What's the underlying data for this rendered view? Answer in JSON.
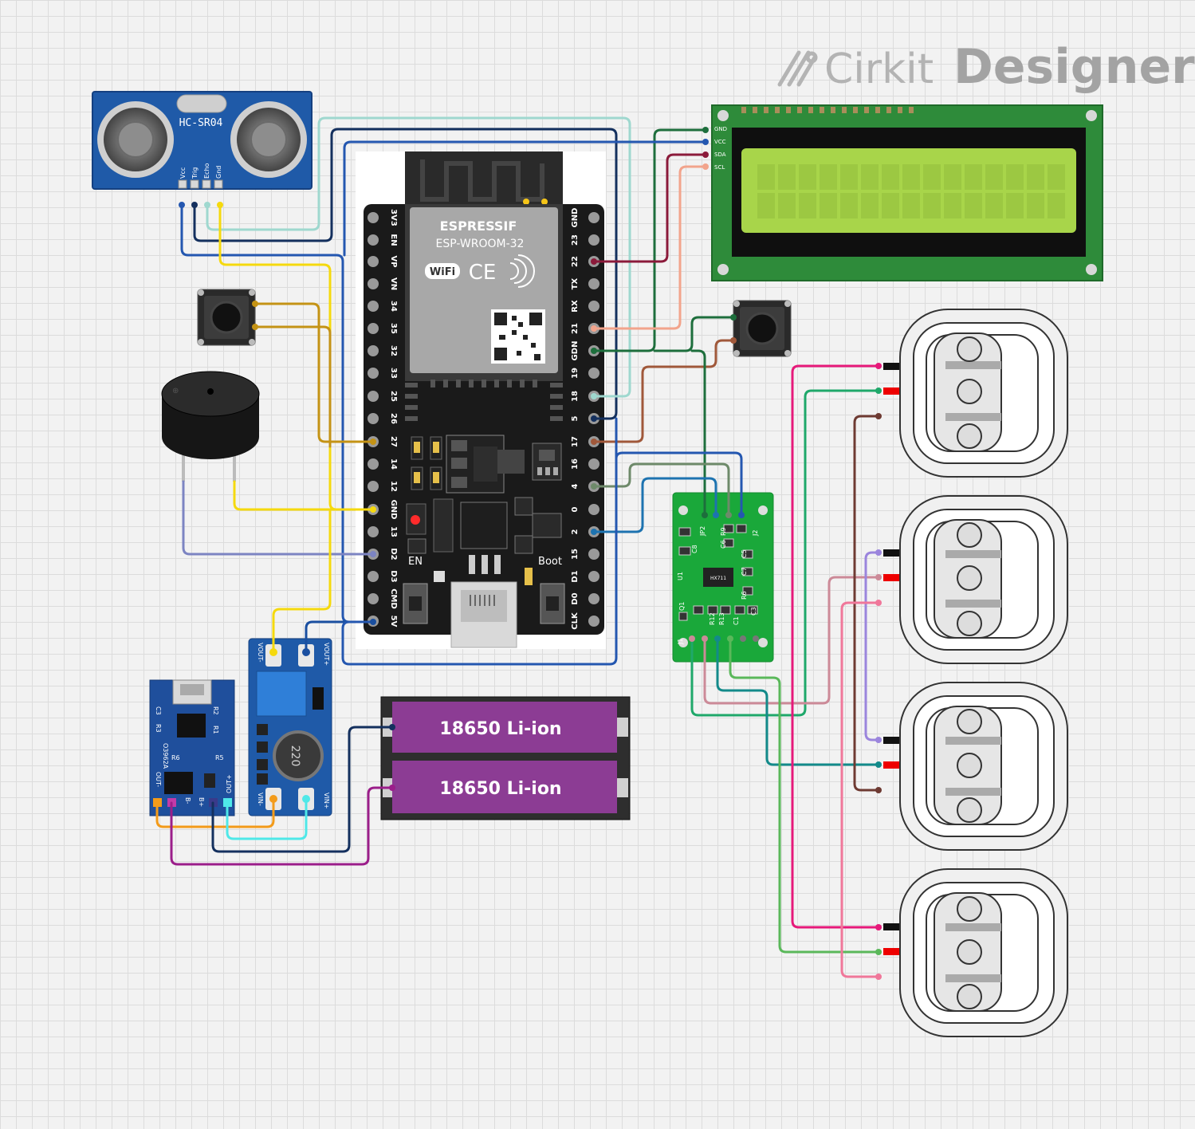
{
  "brand": {
    "name_part1": "Cirkit",
    "name_part2": "Designer"
  },
  "hcsr04": {
    "model": "HC-SR04",
    "pins": [
      "Vcc",
      "Trig",
      "Echo",
      "Gnd"
    ]
  },
  "esp32": {
    "vendor": "ESPRESSIF",
    "module": "ESP-WROOM-32",
    "wifi": "WiFi",
    "ce": "CE",
    "left_pins": [
      "3V3",
      "EN",
      "VP",
      "VN",
      "34",
      "35",
      "32",
      "33",
      "25",
      "26",
      "27",
      "14",
      "12",
      "GND",
      "13",
      "D2",
      "D3",
      "CMD",
      "5V"
    ],
    "right_pins": [
      "GND",
      "23",
      "22",
      "TX",
      "RX",
      "21",
      "GDN",
      "19",
      "18",
      "5",
      "17",
      "16",
      "4",
      "0",
      "2",
      "15",
      "D1",
      "D0",
      "CLK"
    ],
    "en_label": "EN",
    "boot_label": "Boot"
  },
  "lcd": {
    "pins": [
      "GND",
      "VCC",
      "SDA",
      "SCL"
    ]
  },
  "boost": {
    "left_top": "VOUT-",
    "right_top": "VOUT+",
    "left_bottom": "VIN-",
    "right_bottom": "VIN+",
    "inductor": "220"
  },
  "charger": {
    "out_minus": "OUT-",
    "out_plus": "OUT+",
    "b_minus": "B-",
    "b_plus": "B+",
    "r1": "R1",
    "r2": "R2",
    "r3": "R3",
    "r5": "R5",
    "r6": "R6",
    "c3": "C3",
    "chip": "O3962A"
  },
  "battery": {
    "cells": [
      "18650 Li-ion",
      "18650 Li-ion"
    ]
  },
  "hx711": {
    "chip": "HX711",
    "labels": [
      "JP2",
      "R9",
      "C6",
      "C7",
      "C5",
      "R6",
      "C3",
      "R13",
      "R12",
      "C8",
      "C1",
      "Q1",
      "U1",
      "J1",
      "J2"
    ]
  },
  "colors": {
    "board": "#1a1a1a",
    "module_blue": "#1f4f9c",
    "lcd_green": "#2e8b3a",
    "lcd_screen": "#a8d54a",
    "hx_green": "#1aa83a",
    "battery_purple": "#8c3c94"
  }
}
